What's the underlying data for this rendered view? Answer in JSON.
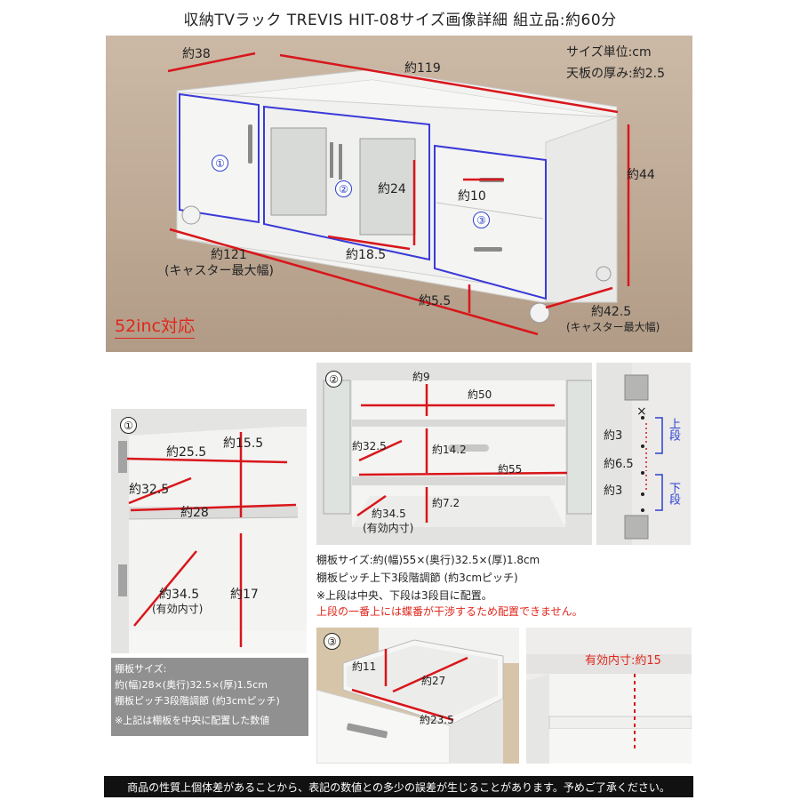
{
  "title": "収納TVラック TREVIS  HIT-08サイズ画像詳細 組立品:約60分",
  "main": {
    "unit_note": "サイズ単位:cm",
    "top_thickness": "天板の厚み:約2.5",
    "depth": "約38",
    "width": "約119",
    "height": "約44",
    "caster_width": "約121",
    "caster_width_note": "(キャスター最大幅)",
    "glass_h": "約24",
    "glass_w": "約18.5",
    "drawer_w": "約10",
    "clearance": "約5.5",
    "caster_depth": "約42.5",
    "caster_depth_note": "(キャスター最大幅)",
    "tv_size": "52inc対応",
    "mark1": "①",
    "mark2": "②",
    "mark3": "③"
  },
  "left_detail": {
    "mark": "①",
    "d1": "約25.5",
    "h1": "約15.5",
    "d2": "約32.5",
    "w": "約28",
    "d3": "約34.5",
    "d3_note": "(有効内寸)",
    "h2": "約17",
    "notes": [
      "棚板サイズ:",
      "約(幅)28×(奥行)32.5×(厚)1.5cm",
      "棚板ピッチ3段階調節 (約3cmピッチ)",
      "※上記は棚板を中央に配置した数値"
    ]
  },
  "center_detail": {
    "mark": "②",
    "h_top": "約9",
    "w_top": "約50",
    "d": "約32.5",
    "h_mid": "約14.2",
    "w": "約55",
    "d2": "約34.5",
    "d2_note": "(有効内寸)",
    "h_bot": "約7.2",
    "notes": [
      "棚板サイズ:約(幅)55×(奥行)32.5×(厚)1.8cm",
      "棚板ピッチ上下3段階調節 (約3cmピッチ)",
      "※上段は中央、下段は3段目に配置。"
    ],
    "warning": "上段の一番上には蝶番が干渉するため配置できません。"
  },
  "hinge_detail": {
    "x_mark": "×",
    "upper": "上段",
    "lower": "下段",
    "p1": "約3",
    "p2": "約6.5",
    "p3": "約3"
  },
  "drawer_detail": {
    "mark": "③",
    "h": "約11",
    "d": "約27",
    "w": "約23.5",
    "inner": "有効内寸:約15"
  },
  "footer": "商品の性質上個体差があることから、表記の数値との多少の誤差が生じることがあります。予めご了承ください。"
}
